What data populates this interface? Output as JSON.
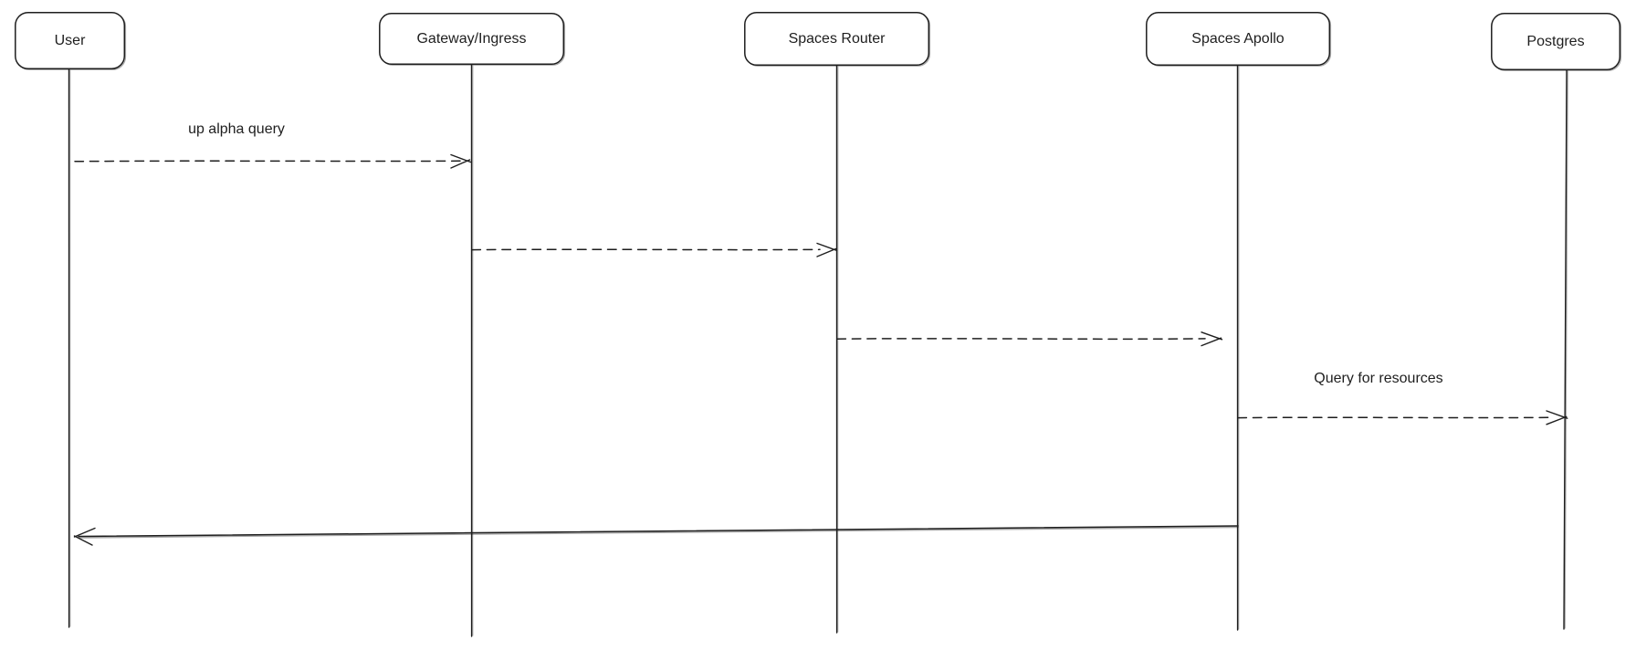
{
  "diagram": {
    "type": "sequence-diagram",
    "background_color": "#ffffff",
    "stroke_color": "#1e1e1e",
    "text_color": "#1e1e1e",
    "line_style": "hand-drawn",
    "actors": [
      {
        "id": "user",
        "label": "User"
      },
      {
        "id": "gateway-ingress",
        "label": "Gateway/Ingress"
      },
      {
        "id": "spaces-router",
        "label": "Spaces Router"
      },
      {
        "id": "spaces-apollo",
        "label": "Spaces Apollo"
      },
      {
        "id": "postgres",
        "label": "Postgres"
      }
    ],
    "messages": [
      {
        "from": "User",
        "to": "Gateway/Ingress",
        "label": "up alpha query",
        "style": "dashed",
        "arrowhead": "open"
      },
      {
        "from": "Gateway/Ingress",
        "to": "Spaces Router",
        "label": "",
        "style": "dashed",
        "arrowhead": "open"
      },
      {
        "from": "Spaces Router",
        "to": "Spaces Apollo",
        "label": "",
        "style": "dashed",
        "arrowhead": "open"
      },
      {
        "from": "Spaces Apollo",
        "to": "Postgres",
        "label": "Query for resources",
        "style": "dashed",
        "arrowhead": "open"
      },
      {
        "from": "Spaces Apollo",
        "to": "User",
        "label": "",
        "style": "solid",
        "arrowhead": "open"
      }
    ]
  }
}
